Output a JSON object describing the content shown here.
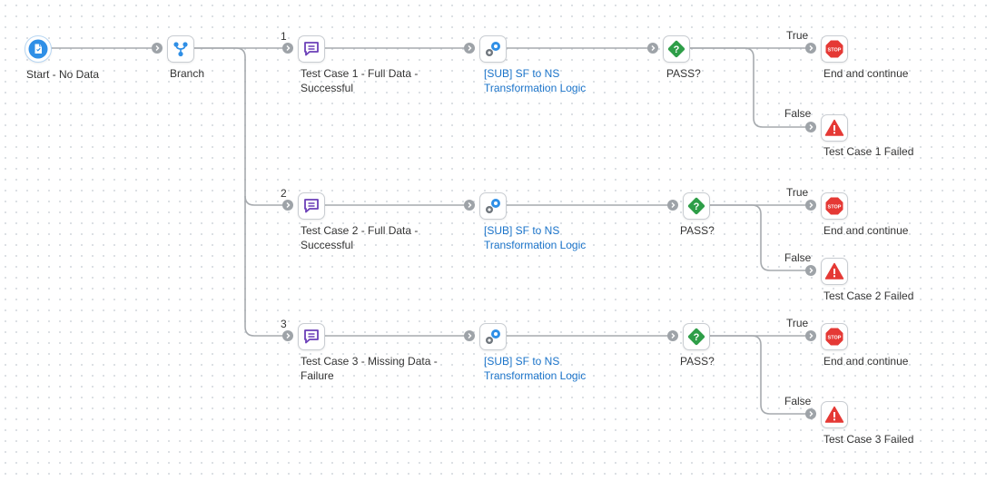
{
  "nodes": {
    "start": {
      "label": "Start - No Data",
      "icon": "start-document-icon"
    },
    "branch": {
      "label": "Branch",
      "icon": "branch-icon"
    },
    "tc1": {
      "label_line1": "Test Case 1 - Full Data -",
      "label_line2": "Successful",
      "icon": "message-icon"
    },
    "tc2": {
      "label_line1": "Test Case 2 - Full Data -",
      "label_line2": "Successful",
      "icon": "message-icon"
    },
    "tc3": {
      "label_line1": "Test Case 3 - Missing Data -",
      "label_line2": "Failure",
      "icon": "message-icon"
    },
    "sub1": {
      "label_line1": "[SUB] SF to NS",
      "label_line2": "Transformation Logic",
      "icon": "gears-icon"
    },
    "sub2": {
      "label_line1": "[SUB] SF to NS",
      "label_line2": "Transformation Logic",
      "icon": "gears-icon"
    },
    "sub3": {
      "label_line1": "[SUB] SF to NS",
      "label_line2": "Transformation Logic",
      "icon": "gears-icon"
    },
    "pass1": {
      "label": "PASS?",
      "icon": "decision-icon"
    },
    "pass2": {
      "label": "PASS?",
      "icon": "decision-icon"
    },
    "pass3": {
      "label": "PASS?",
      "icon": "decision-icon"
    },
    "end1": {
      "label": "End and continue",
      "stop_text": "STOP"
    },
    "end2": {
      "label": "End and continue",
      "stop_text": "STOP"
    },
    "end3": {
      "label": "End and continue",
      "stop_text": "STOP"
    },
    "fail1": {
      "label": "Test Case 1 Failed",
      "icon": "warning-icon"
    },
    "fail2": {
      "label": "Test Case 2 Failed",
      "icon": "warning-icon"
    },
    "fail3": {
      "label": "Test Case 3 Failed",
      "icon": "warning-icon"
    }
  },
  "edges": {
    "branch_1": "1",
    "branch_2": "2",
    "branch_3": "3",
    "true1": "True",
    "false1": "False",
    "true2": "True",
    "false2": "False",
    "true3": "True",
    "false3": "False"
  },
  "colors": {
    "wire": "#9ea3a8",
    "start_blue": "#2f8fe6",
    "branch_blue": "#2f8fe6",
    "message_purple": "#6b3fb8",
    "gear_blue": "#2f8fe6",
    "gear_gray": "#6f767d",
    "decision_green": "#2e9e48",
    "stop_red": "#e53935",
    "warn_red": "#e53935",
    "link_blue": "#1a73c9"
  }
}
